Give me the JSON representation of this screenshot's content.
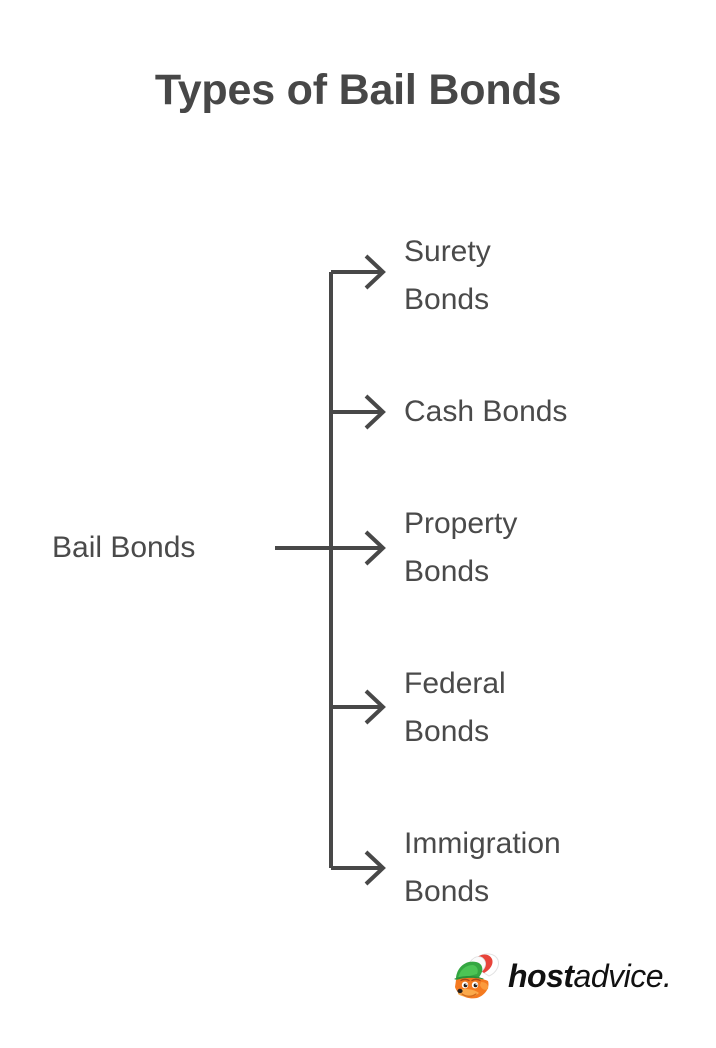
{
  "page": {
    "title": "Types of Bail Bonds",
    "background_color": "#ffffff",
    "text_color": "#4a4a4a",
    "title_color": "#474747",
    "line_color": "#484848"
  },
  "diagram": {
    "type": "tree",
    "root": {
      "label": "Bail Bonds"
    },
    "branches": [
      {
        "line1": "Surety",
        "line2": "Bonds"
      },
      {
        "line1": "Cash Bonds",
        "line2": ""
      },
      {
        "line1": "Property",
        "line2": "Bonds"
      },
      {
        "line1": "Federal",
        "line2": "Bonds"
      },
      {
        "line1": "Immigration",
        "line2": "Bonds"
      }
    ]
  },
  "logo": {
    "mark": "fox-mascot-icon",
    "name_bold": "host",
    "name_regular": "advice."
  }
}
